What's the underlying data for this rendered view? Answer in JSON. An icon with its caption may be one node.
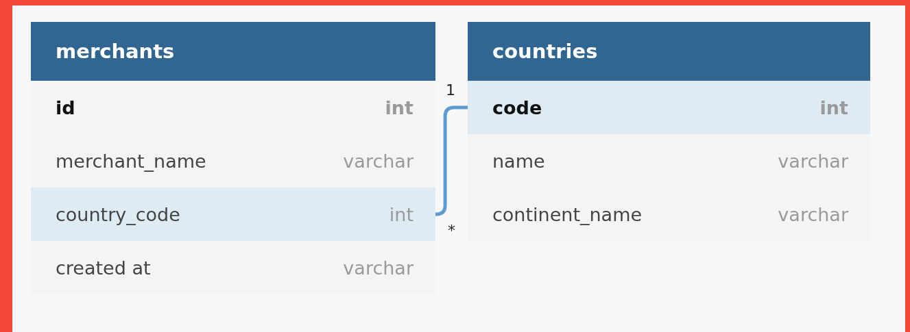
{
  "diagram": {
    "nodes": [
      {
        "text": [
          "merchants"
        ]
      },
      {
        "text": [
          "id",
          "int"
        ],
        "in": 0
      },
      {
        "text": [
          "merchant_name",
          "varchar"
        ],
        "in": 0
      },
      {
        "text": [
          "country_code",
          "int"
        ],
        "in": 0
      },
      {
        "text": [
          "created at",
          "varchar"
        ],
        "in": 0
      },
      {
        "text": [
          "countries"
        ]
      },
      {
        "text": [
          "code",
          "int"
        ],
        "in": 5
      },
      {
        "text": [
          "name",
          "varchar"
        ],
        "in": 5
      },
      {
        "text": [
          "continent_name",
          "varchar"
        ],
        "in": 5
      }
    ],
    "edges": [
      {
        "from": 3,
        "to": 6,
        "arrow": "none"
      }
    ],
    "labels": [
      "1",
      "*"
    ]
  }
}
